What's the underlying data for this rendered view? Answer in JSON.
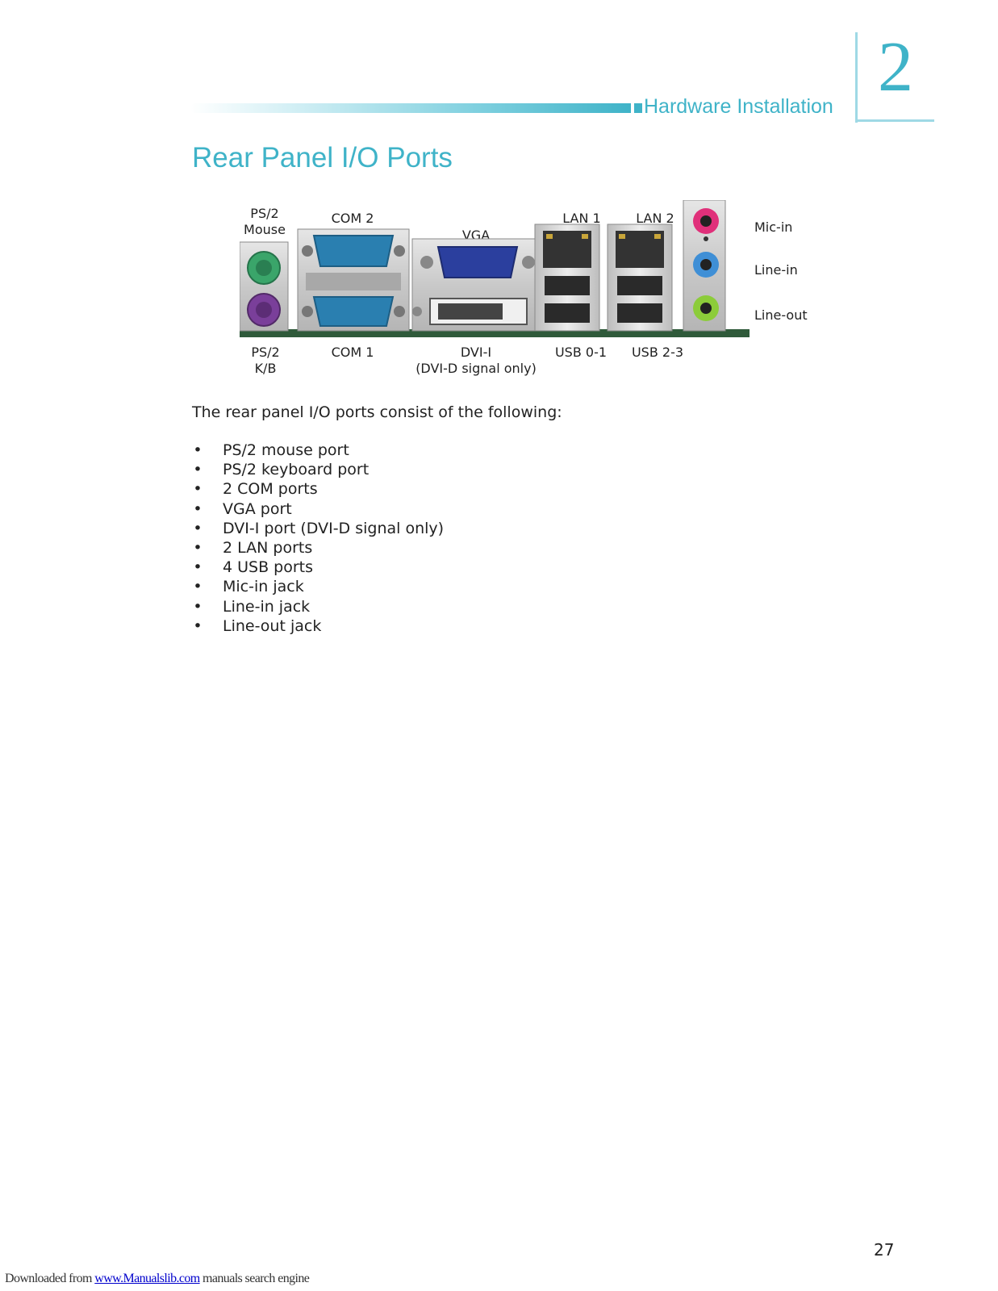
{
  "header": {
    "section_title": "Hardware Installation",
    "chapter_number": "2"
  },
  "page_title": "Rear Panel I/O Ports",
  "diagram": {
    "labels": {
      "ps2_mouse_line1": "PS/2",
      "ps2_mouse_line2": "Mouse",
      "com2": "COM 2",
      "vga": "VGA",
      "lan1": "LAN 1",
      "lan2": "LAN 2",
      "mic_in": "Mic-in",
      "line_in": "Line-in",
      "line_out": "Line-out",
      "ps2_kb_line1": "PS/2",
      "ps2_kb_line2": "K/B",
      "com1": "COM 1",
      "dvi_line1": "DVI-I",
      "dvi_line2": "(DVI-D signal only)",
      "usb01": "USB 0-1",
      "usb23": "USB 2-3"
    },
    "colors": {
      "ps2_mouse": "#3aa56a",
      "ps2_keyboard": "#7a3f9a",
      "serial": "#2a7fb0",
      "vga": "#2b3f9e",
      "mic": "#e0307a",
      "line_in": "#3f8fd6",
      "line_out": "#8ccc3a",
      "pcb": "#2f5a3a"
    }
  },
  "intro": "The rear panel I/O ports consist of the following:",
  "bullet_symbol": "•",
  "items": [
    "PS/2 mouse port",
    "PS/2 keyboard port",
    "2 COM ports",
    "VGA port",
    "DVI-I port (DVI-D signal only)",
    "2 LAN ports",
    "4 USB ports",
    "Mic-in jack",
    "Line-in jack",
    "Line-out jack"
  ],
  "page_number": "27",
  "footer": {
    "prefix": "Downloaded from ",
    "link": "www.Manualslib.com",
    "suffix": "  manuals search engine"
  }
}
